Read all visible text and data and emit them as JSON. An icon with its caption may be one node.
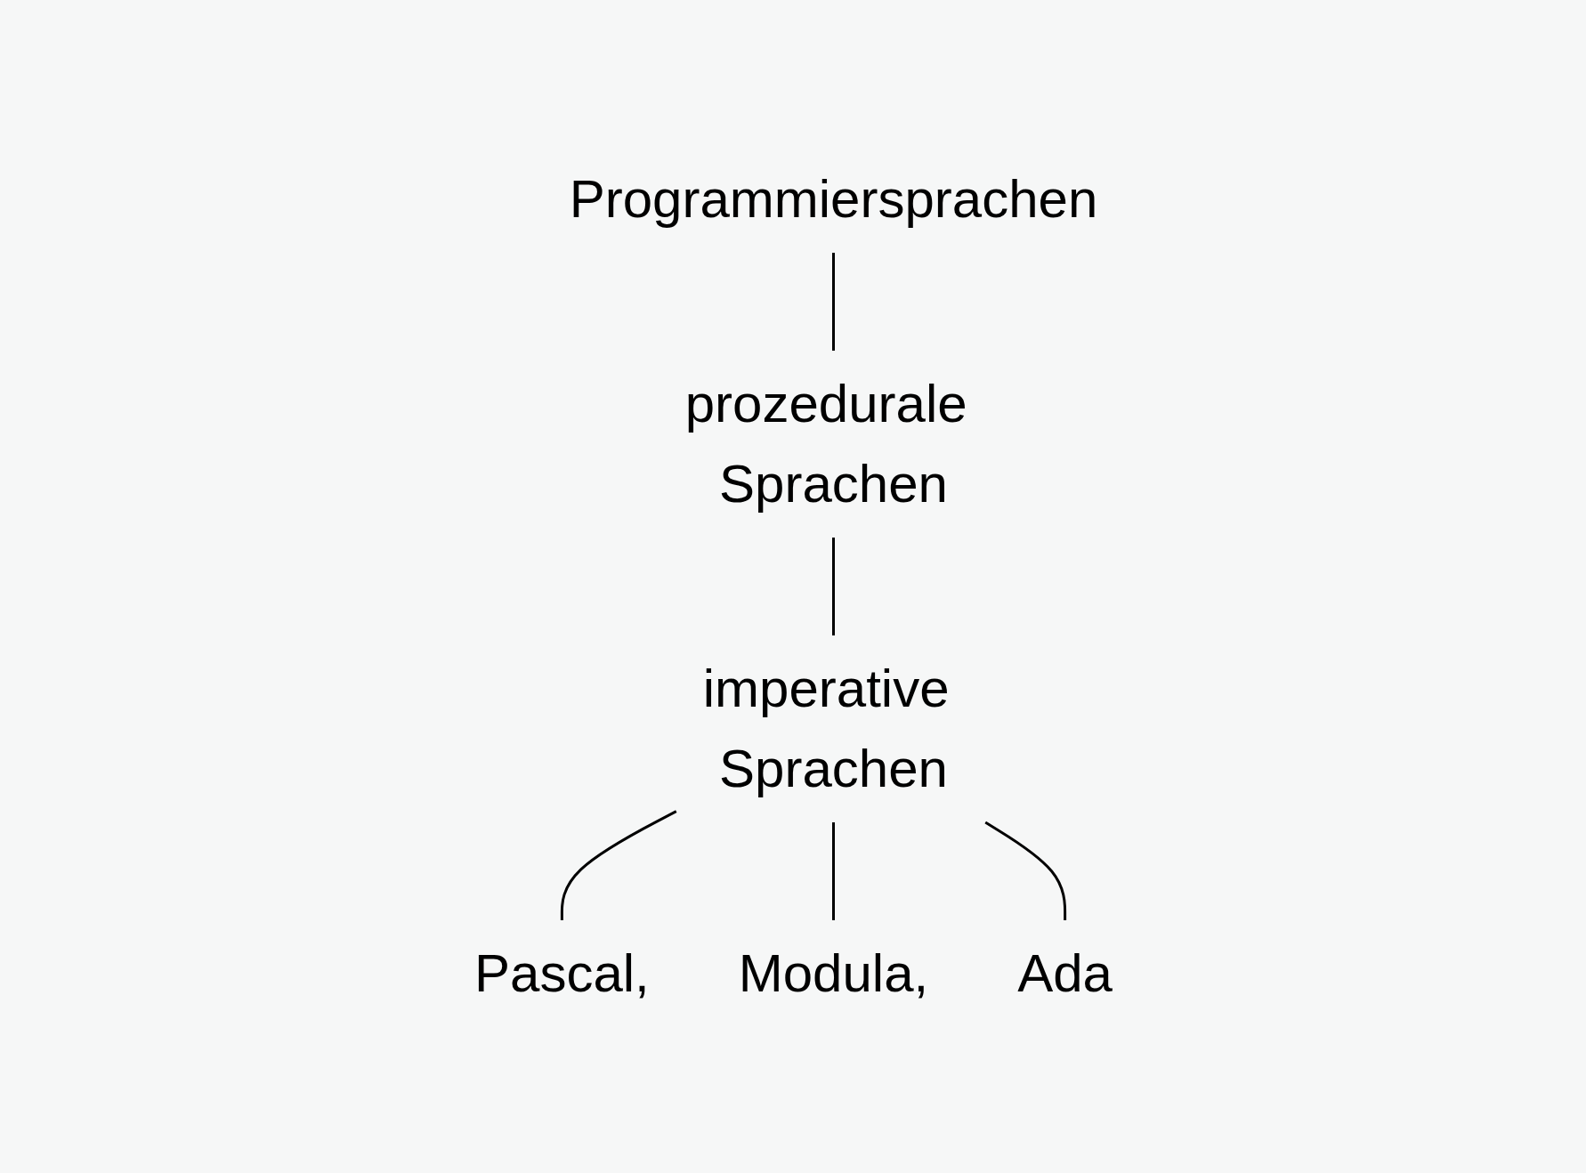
{
  "diagram": {
    "nodes": [
      {
        "text": [
          "Programmiersprachen"
        ]
      },
      {
        "text": [
          "prozedurale Sprachen"
        ]
      },
      {
        "text": [
          "imperative Sprachen"
        ]
      },
      {
        "text": [
          "Pascal,"
        ]
      },
      {
        "text": [
          "Modula,"
        ]
      },
      {
        "text": [
          "Ada"
        ]
      }
    ],
    "edges": [
      {
        "from": 0,
        "to": 1,
        "arrow": "none"
      },
      {
        "from": 1,
        "to": 2,
        "arrow": "none"
      },
      {
        "from": 2,
        "to": 3,
        "arrow": "none"
      },
      {
        "from": 2,
        "to": 4,
        "arrow": "none"
      },
      {
        "from": 2,
        "to": 5,
        "arrow": "none"
      }
    ]
  }
}
